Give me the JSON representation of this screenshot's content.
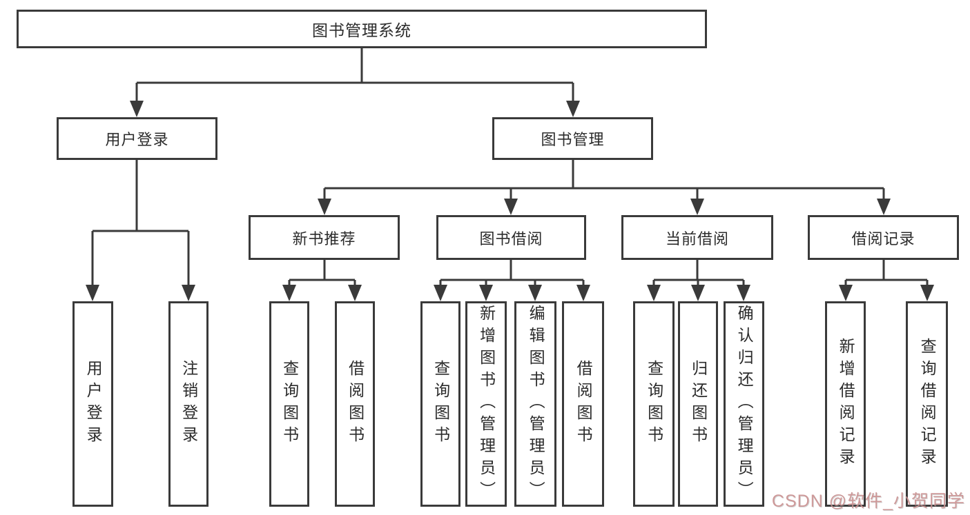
{
  "colors": {
    "line": "#3a3a3a",
    "text": "#2b2b2b",
    "background": "#ffffff",
    "watermark": "#c98f8f"
  },
  "watermark": {
    "text": "CSDN @软件_小贺同学"
  },
  "diagram": {
    "root": {
      "label": "图书管理系统"
    },
    "level2": [
      {
        "label": "用户登录"
      },
      {
        "label": "图书管理"
      }
    ],
    "level3": [
      {
        "label": "新书推荐"
      },
      {
        "label": "图书借阅"
      },
      {
        "label": "当前借阅"
      },
      {
        "label": "借阅记录"
      }
    ],
    "leaves": [
      {
        "label": "用户登录"
      },
      {
        "label": "注销登录"
      },
      {
        "label": "查询图书"
      },
      {
        "label": "借阅图书"
      },
      {
        "label": "查询图书"
      },
      {
        "label": "新增图书（管理员）"
      },
      {
        "label": "编辑图书（管理员）"
      },
      {
        "label": "借阅图书"
      },
      {
        "label": "查询图书"
      },
      {
        "label": "归还图书"
      },
      {
        "label": "确认归还（管理员）"
      },
      {
        "label": "新增借阅记录"
      },
      {
        "label": "查询借阅记录"
      }
    ]
  }
}
